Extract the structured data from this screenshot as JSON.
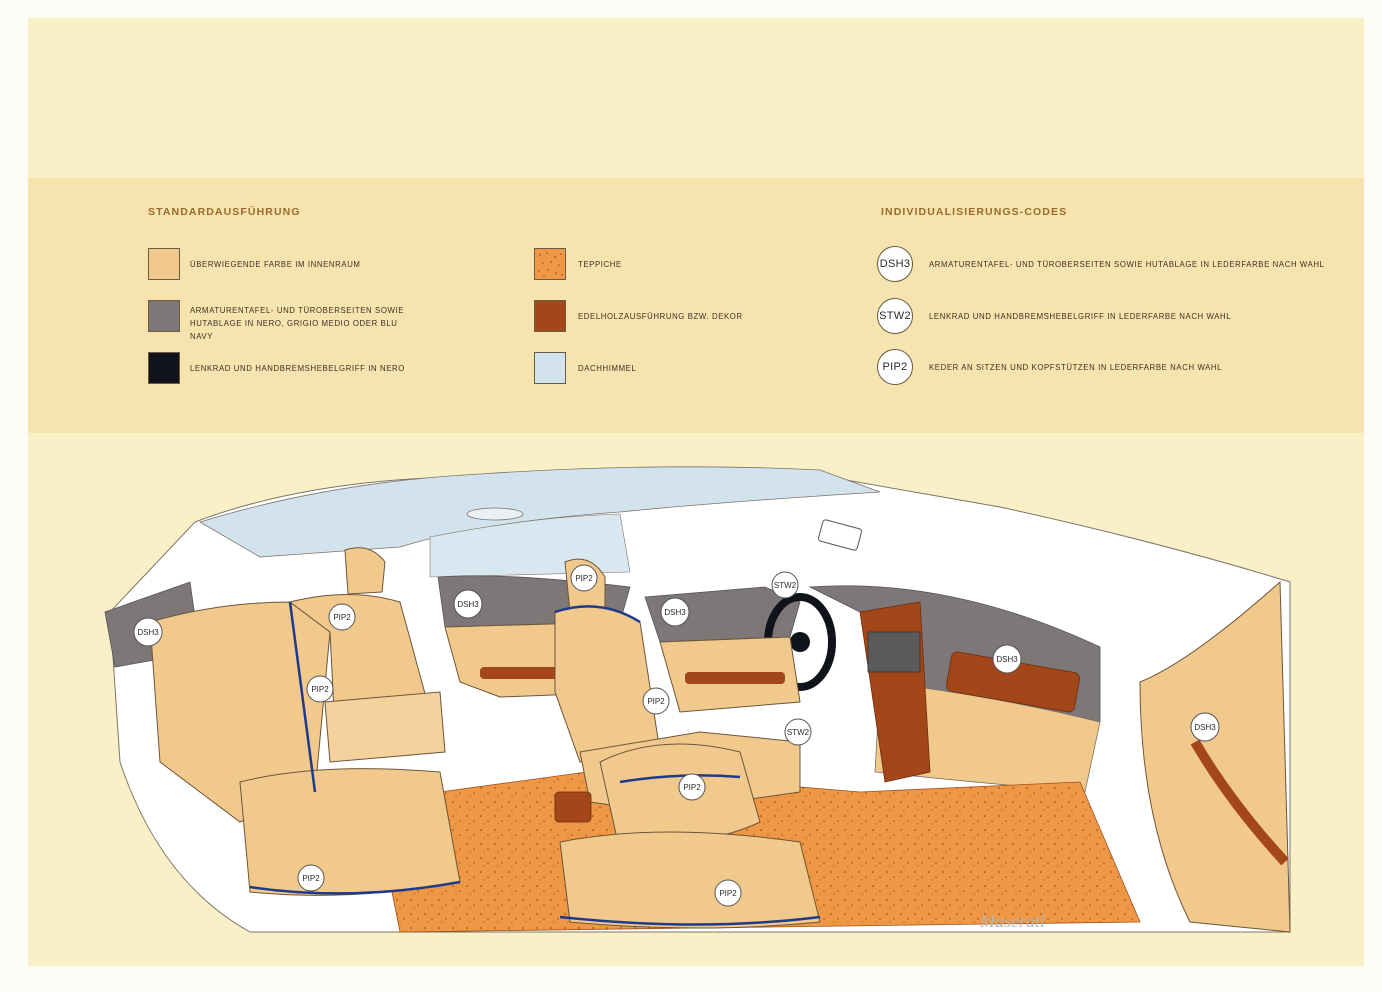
{
  "standard": {
    "heading": "STANDARDAUSFÜHRUNG",
    "items": [
      {
        "label": "ÜBERWIEGENDE FARBE IM INNENRAUM",
        "color": "#f2c98d"
      },
      {
        "label": "ARMATURENTAFEL- UND TÜROBERSEITEN SOWIE HUTABLAGE IN NERO, GRIGIO MEDIO ODER BLU NAVY",
        "color": "#7d7777"
      },
      {
        "label": "LENKRAD UND HANDBREMSHEBELGRIFF IN NERO",
        "color": "#11131a"
      },
      {
        "label": "TEPPICHE",
        "color": "#ee9744"
      },
      {
        "label": "EDELHOLZAUSFÜHRUNG BZW. DEKOR",
        "color": "#a3471b"
      },
      {
        "label": "DACHHIMMEL",
        "color": "#d3e3ee"
      }
    ]
  },
  "codes": {
    "heading": "INDIVIDUALISIERUNGS-CODES",
    "items": [
      {
        "code": "DSH3",
        "label": "ARMATURENTAFEL- UND TÜROBERSEITEN SOWIE HUTABLAGE IN LEDERFARBE NACH WAHL"
      },
      {
        "code": "STW2",
        "label": "LENKRAD UND HANDBREMSHEBELGRIFF IN LEDERFARBE NACH WAHL"
      },
      {
        "code": "PIP2",
        "label": "KEDER AN SITZEN UND KOPFSTÜTZEN IN LEDERFARBE NACH WAHL"
      }
    ]
  },
  "diagram_tags": {
    "dsh3": "DSH3",
    "stw2": "STW2",
    "pip2": "PIP2"
  },
  "brand_script": "Maserati"
}
